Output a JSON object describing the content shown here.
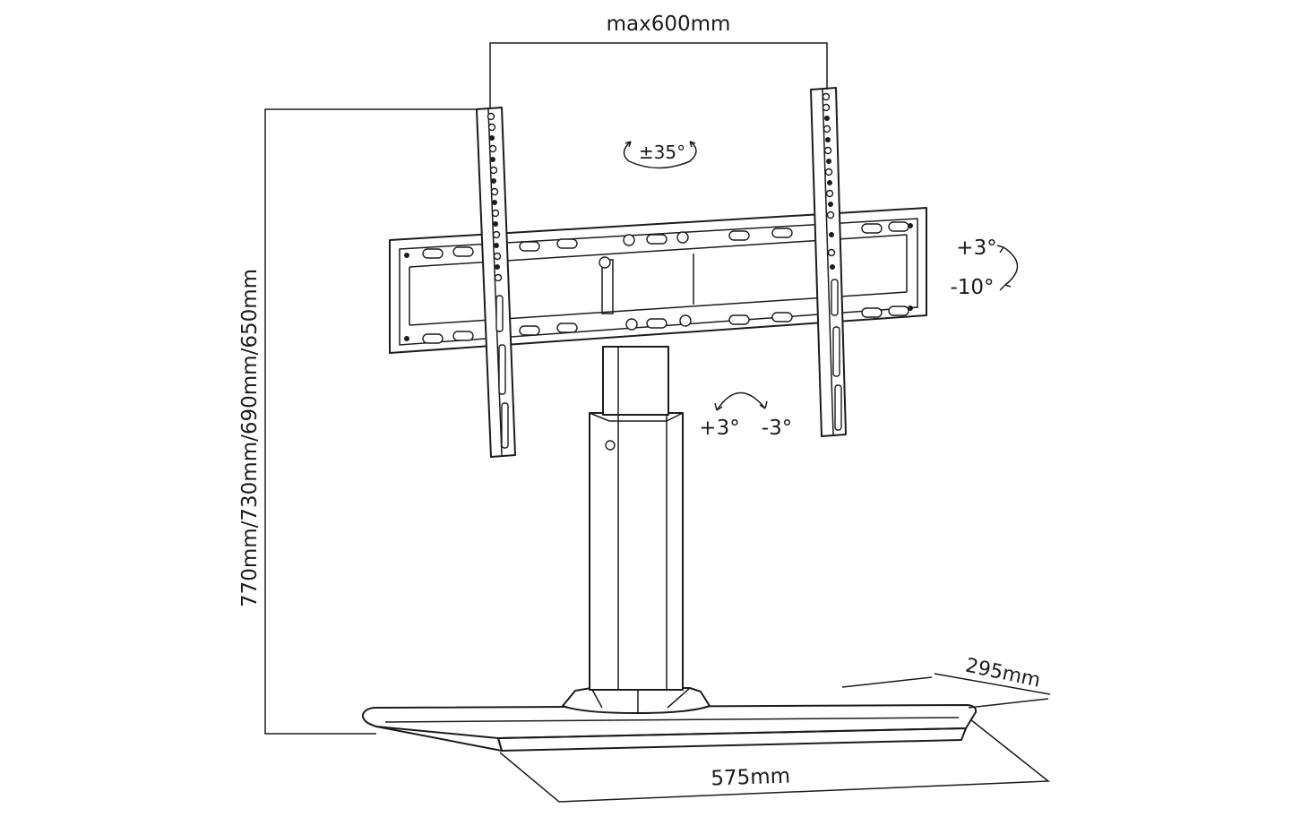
{
  "dimensions": {
    "width_max": "max600mm",
    "height_options": "770mm/730mm/690mm/650mm",
    "base_depth": "295mm",
    "base_width": "575mm"
  },
  "angles": {
    "swivel": "±35°",
    "tilt_up": "+3°",
    "tilt_down": "-10°",
    "level_plus": "+3°",
    "level_minus": "-3°"
  },
  "colors": {
    "line": "#1c1c1c",
    "background": "#ffffff"
  }
}
